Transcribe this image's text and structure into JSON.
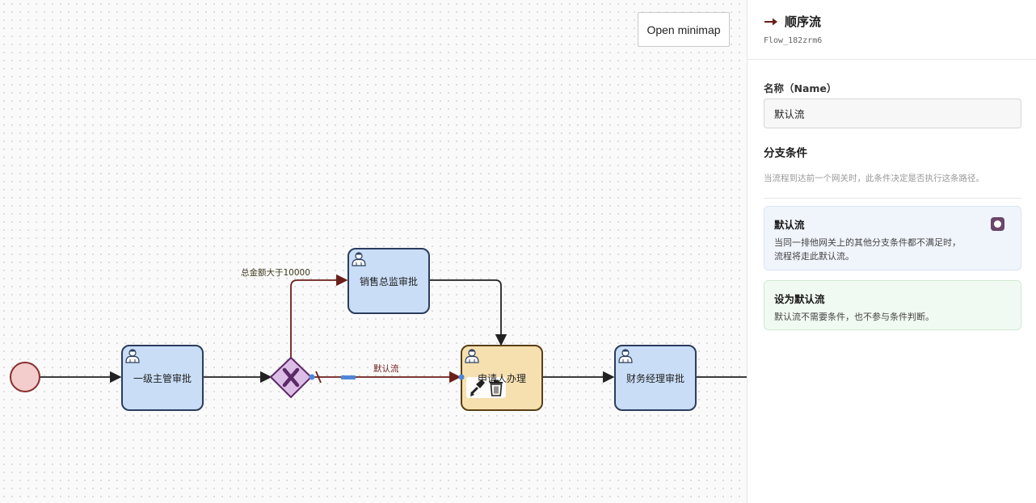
{
  "canvas": {
    "minimap_button": "Open minimap",
    "tasks": {
      "level1_approval": "一级主管审批",
      "sales_director_approval": "销售总监审批",
      "applicant_handle": "申请人办理",
      "finance_manager_approval": "财务经理审批"
    },
    "flows": {
      "amount_condition": "总金额大于10000",
      "default_flow": "默认流"
    },
    "icons": {
      "user_task": "user-icon",
      "gateway": "exclusive-gateway-x-icon",
      "brush": "brush-icon",
      "trash": "trash-icon"
    },
    "colors": {
      "task_fill": "#c9ddf6",
      "task_stroke": "#2a3d5e",
      "selected_task_fill": "#f6e0b0",
      "gateway_fill": "#dcbde6",
      "gateway_stroke": "#5b2868",
      "start_fill": "#f3cccc",
      "start_stroke": "#8a2d2d",
      "selected_flow": "#6b1f1a",
      "default_marker": "#4f86d9"
    }
  },
  "panel": {
    "title_icon": "arrow-right-icon",
    "title": "顺序流",
    "element_id": "Flow_182zrm6",
    "name_label": "名称（Name）",
    "name_value": "默认流",
    "condition_section_title": "分支条件",
    "condition_section_desc": "当流程到达前一个网关时，此条件决定是否执行这条路径。",
    "default_card": {
      "title": "默认流",
      "line1": "当同一排他网关上的其他分支条件都不满足时，",
      "line2": "流程将走此默认流。",
      "icon": "toggle-icon"
    },
    "set_default_card": {
      "title": "设为默认流",
      "text": "默认流不需要条件，也不参与条件判断。"
    }
  }
}
